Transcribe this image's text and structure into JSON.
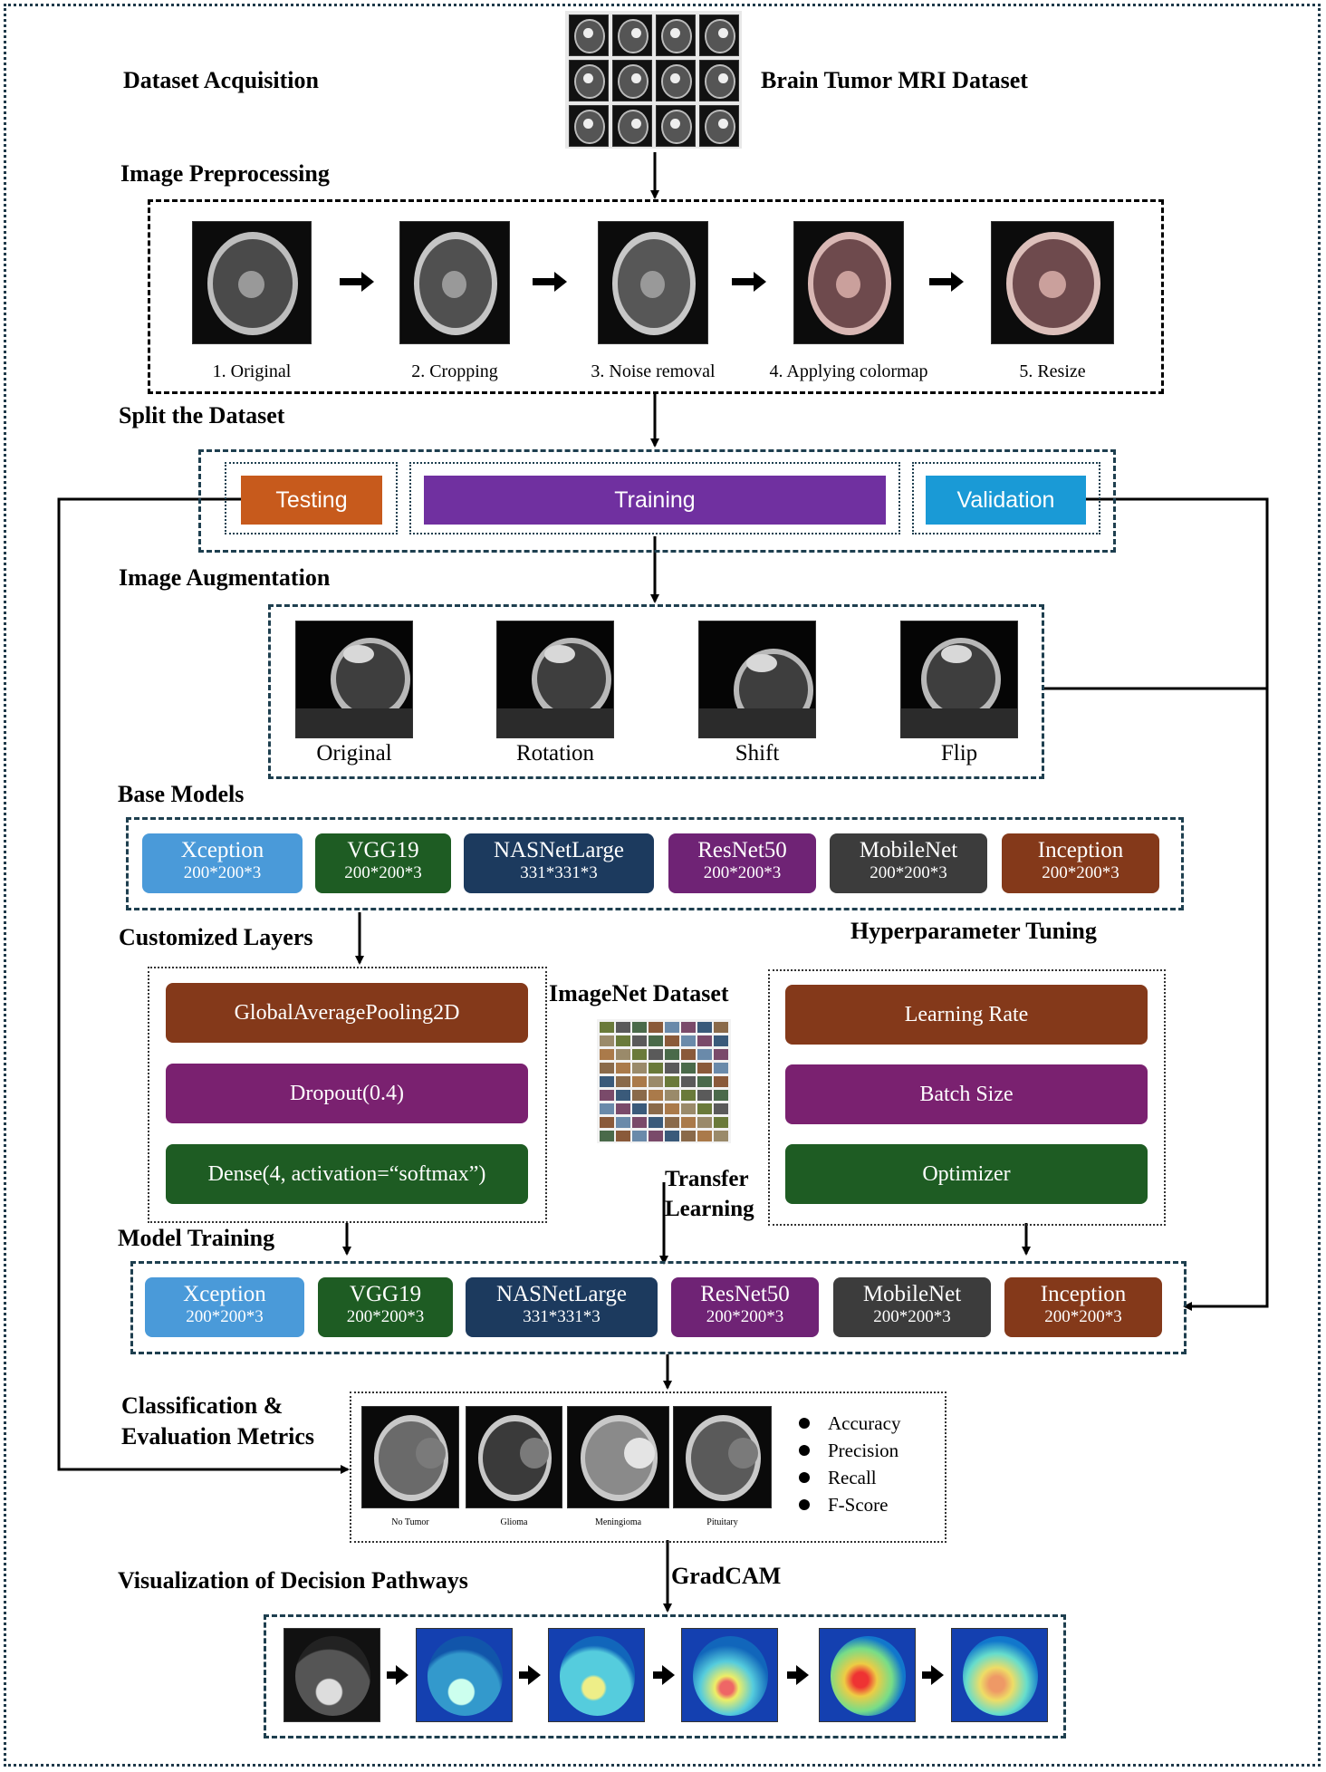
{
  "headings": {
    "dataset_acquisition": "Dataset Acquisition",
    "dataset_name": "Brain Tumor MRI Dataset",
    "image_preprocessing": "Image Preprocessing",
    "split_dataset": "Split the Dataset",
    "image_augmentation": "Image Augmentation",
    "base_models": "Base Models",
    "customized_layers": "Customized Layers",
    "hyperparameter_tuning": "Hyperparameter Tuning",
    "imagenet_dataset": "ImageNet Dataset",
    "transfer_learning_1": "Transfer",
    "transfer_learning_2": "Learning",
    "model_training": "Model Training",
    "classification_1": "Classification &",
    "classification_2": "Evaluation Metrics",
    "visualization": "Visualization of Decision Pathways",
    "gradcam": "GradCAM"
  },
  "preprocessing_steps": [
    "1. Original",
    "2. Cropping",
    "3. Noise removal",
    "4. Applying colormap",
    "5. Resize"
  ],
  "split": {
    "testing": "Testing",
    "training": "Training",
    "validation": "Validation"
  },
  "augmentation": [
    "Original",
    "Rotation",
    "Shift",
    "Flip"
  ],
  "models": [
    {
      "name": "Xception",
      "dims": "200*200*3",
      "color": "#4a9ad9"
    },
    {
      "name": "VGG19",
      "dims": "200*200*3",
      "color": "#1e5c23"
    },
    {
      "name": "NASNetLarge",
      "dims": "331*331*3",
      "color": "#1c3a5e"
    },
    {
      "name": "ResNet50",
      "dims": "200*200*3",
      "color": "#6f2375"
    },
    {
      "name": "MobileNet",
      "dims": "200*200*3",
      "color": "#3c3c3c"
    },
    {
      "name": "Inception",
      "dims": "200*200*3",
      "color": "#84391a"
    }
  ],
  "custom_layers": [
    "GlobalAveragePooling2D",
    "Dropout(0.4)",
    "Dense(4, activation=“softmax”)"
  ],
  "hyperparameters": [
    "Learning Rate",
    "Batch Size",
    "Optimizer"
  ],
  "classes": [
    "No Tumor",
    "Glioma",
    "Meningioma",
    "Pituitary"
  ],
  "metrics": [
    "Accuracy",
    "Precision",
    "Recall",
    "F-Score"
  ],
  "colors": {
    "testing": "#c75a1c",
    "training": "#7030a0",
    "validation": "#1a9ad6",
    "layer_brown": "#84391a",
    "layer_purple": "#7a2170",
    "layer_green": "#1e5c23"
  }
}
